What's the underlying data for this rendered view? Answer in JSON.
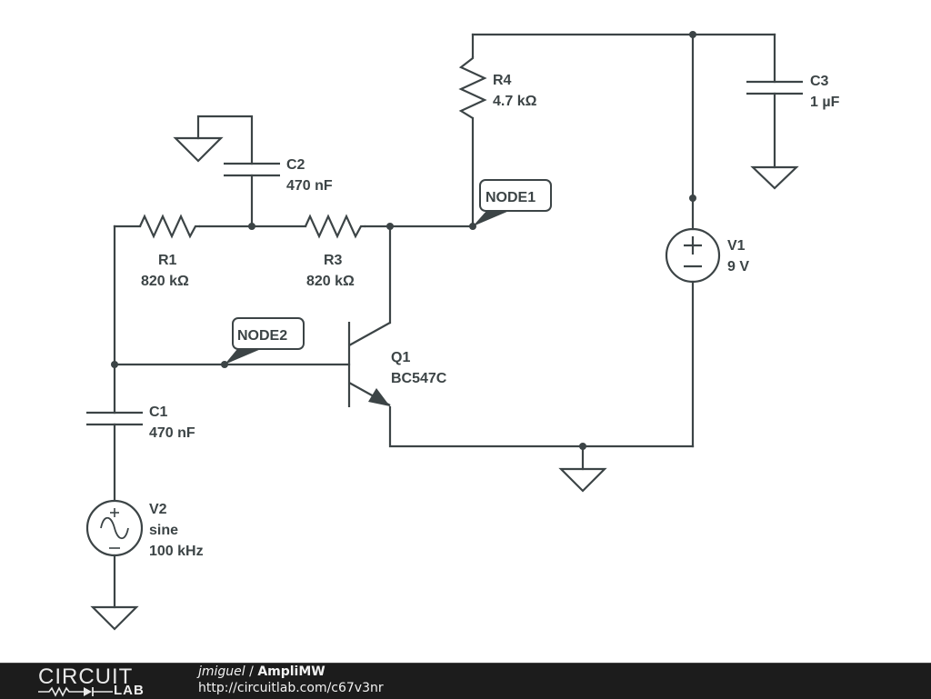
{
  "schematic": {
    "components": {
      "R1": {
        "name": "R1",
        "value": "820 kΩ"
      },
      "R3": {
        "name": "R3",
        "value": "820 kΩ"
      },
      "R4": {
        "name": "R4",
        "value": "4.7 kΩ"
      },
      "C1": {
        "name": "C1",
        "value": "470 nF"
      },
      "C2": {
        "name": "C2",
        "value": "470 nF"
      },
      "C3": {
        "name": "C3",
        "value": "1 µF"
      },
      "V1": {
        "name": "V1",
        "value": "9 V"
      },
      "V2": {
        "name": "V2",
        "type": "sine",
        "value": "100 kHz"
      },
      "Q1": {
        "name": "Q1",
        "value": "BC547C"
      }
    },
    "node_labels": {
      "node1": "NODE1",
      "node2": "NODE2"
    },
    "colors": {
      "ink": "#3c4446",
      "background": "#ffffff"
    }
  },
  "footer": {
    "logo_top": "CIRCUIT",
    "logo_bottom": "LAB",
    "user": "jmiguel",
    "separator": " / ",
    "project": "AmpliMW",
    "url": "http://circuitlab.com/c67v3nr",
    "background": "#1c1c1c"
  }
}
